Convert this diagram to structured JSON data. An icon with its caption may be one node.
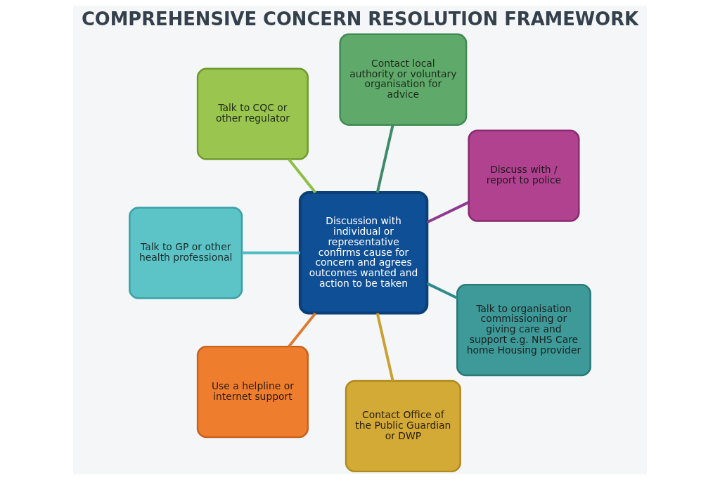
{
  "diagram": {
    "title": "COMPREHENSIVE CONCERN RESOLUTION FRAMEWORK",
    "nodes": [
      {
        "text": [
          "Talk to CQC or other regulator"
        ]
      },
      {
        "text": [
          "Contact local authority or voluntary organisation for advice"
        ]
      },
      {
        "text": [
          "Discuss with / report to police"
        ]
      },
      {
        "text": [
          "Talk to GP or other health professional"
        ]
      },
      {
        "text": [
          "Discussion with individual or representative confirms cause for concern and agrees outcomes wanted and action to be taken"
        ]
      },
      {
        "text": [
          "Talk to organisation commissioning or giving care and support e.g. NHS Care home Housing provider"
        ]
      },
      {
        "text": [
          "Use a helpline or internet support"
        ]
      },
      {
        "text": [
          "Contact Office of the Public Guardian or DWP"
        ]
      }
    ],
    "edges": [
      {
        "from": 4,
        "to": 0,
        "arrow": "none",
        "color": "#8cbf45"
      },
      {
        "from": 4,
        "to": 1,
        "arrow": "none",
        "color": "#3f8a6a"
      },
      {
        "from": 4,
        "to": 2,
        "arrow": "none",
        "color": "#8e3a8e"
      },
      {
        "from": 4,
        "to": 3,
        "arrow": "none",
        "color": "#4fbcc4"
      },
      {
        "from": 4,
        "to": 5,
        "arrow": "none",
        "color": "#2e8a8c"
      },
      {
        "from": 4,
        "to": 6,
        "arrow": "none",
        "color": "#e07a30"
      },
      {
        "from": 4,
        "to": 7,
        "arrow": "none",
        "color": "#c9a032"
      }
    ]
  }
}
